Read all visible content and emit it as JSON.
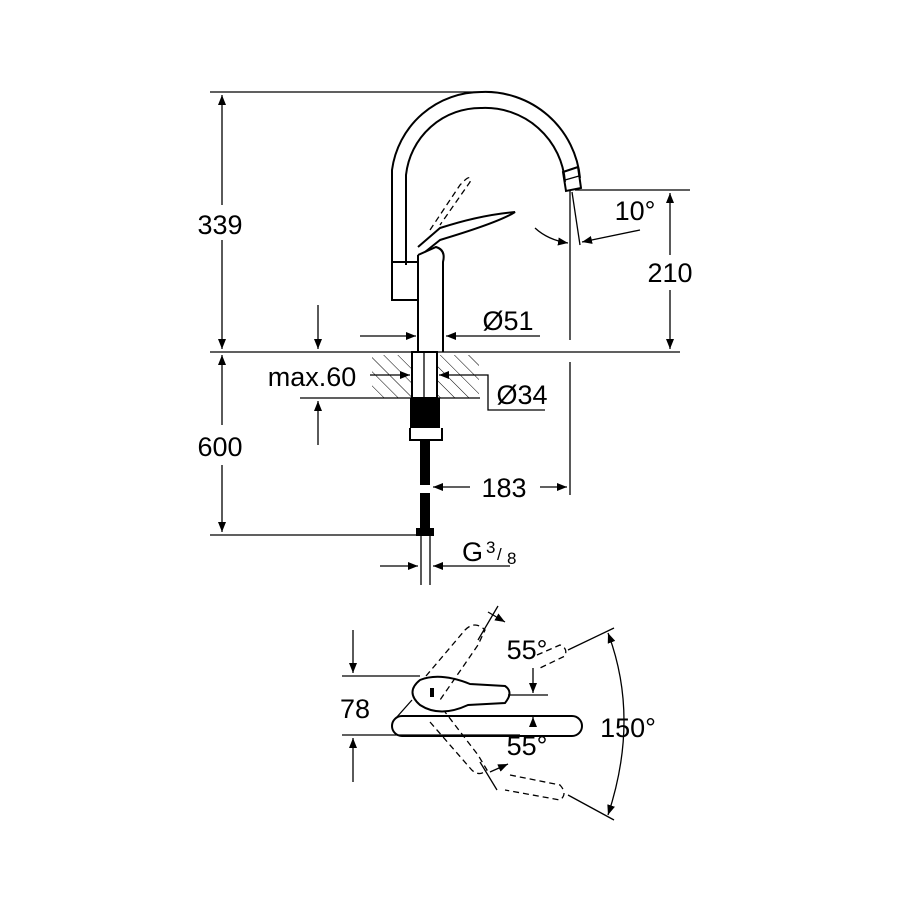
{
  "drawing": {
    "side_view": {
      "height_above_counter": "339",
      "spout_outlet_height": "210",
      "spout_angle": "10°",
      "body_diameter": "Ø51",
      "counter_thickness": "max.60",
      "hole_diameter": "Ø34",
      "hose_length": "600",
      "spout_reach": "183",
      "connection_thread": "G",
      "thread_num": "3",
      "thread_den": "8"
    },
    "top_view": {
      "handle_depth": "78",
      "angle_up": "55°",
      "angle_down": "55°",
      "swivel_range": "150°"
    }
  }
}
